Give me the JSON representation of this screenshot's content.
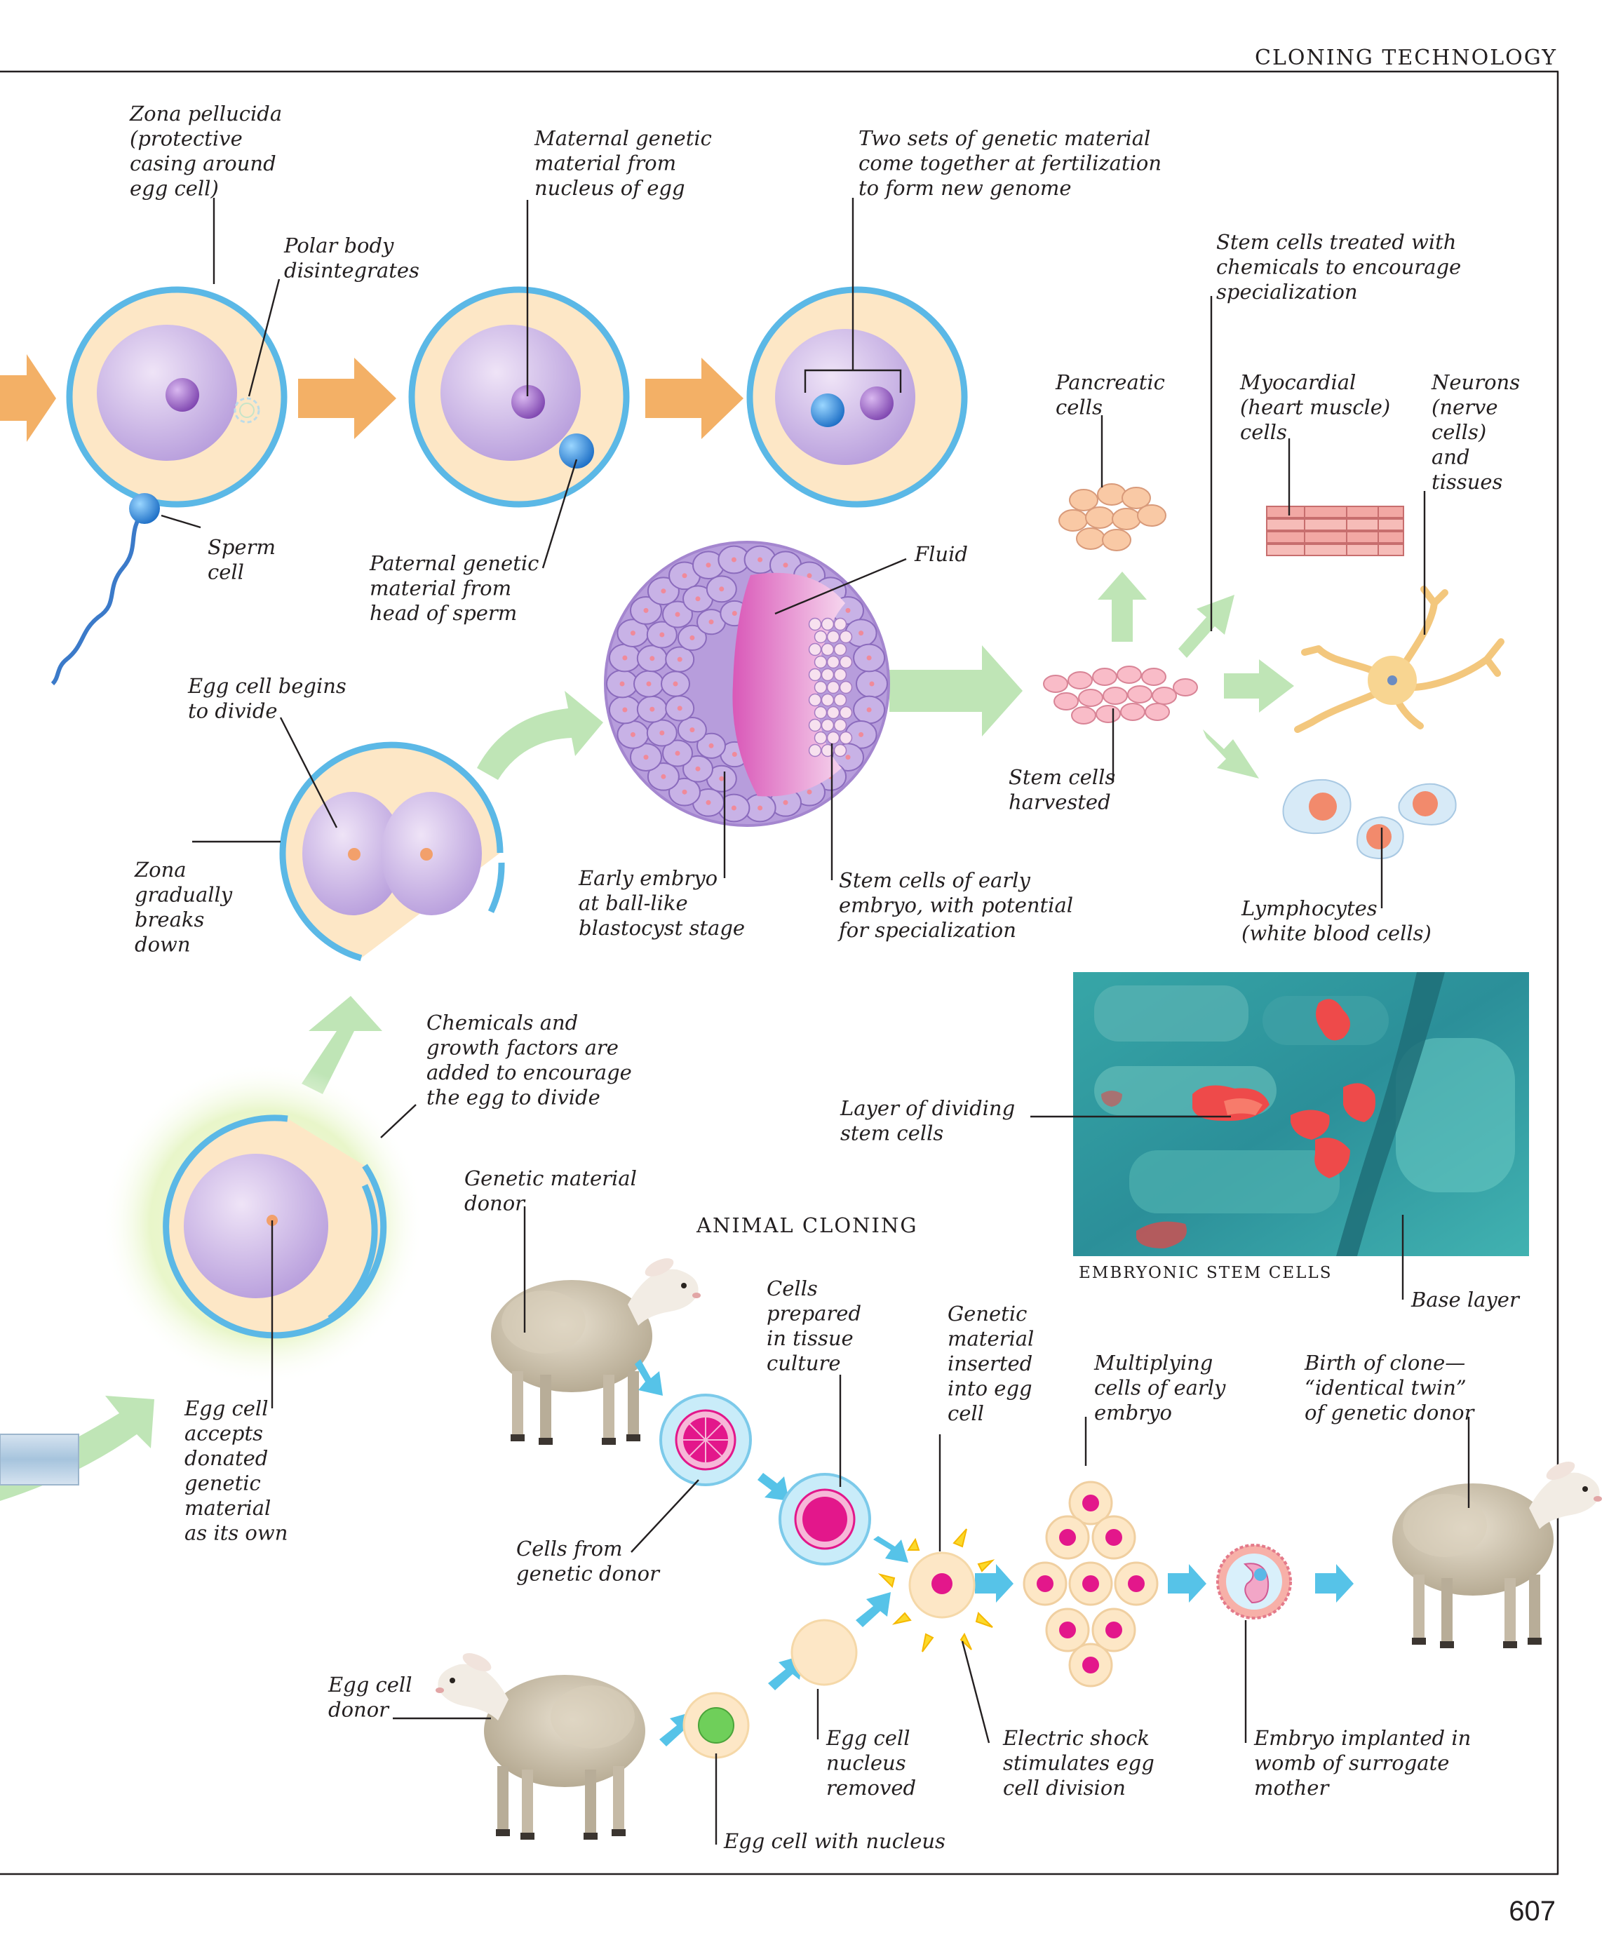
{
  "header": {
    "running_title": "CLONING TECHNOLOGY",
    "page_number": "607"
  },
  "sections": {
    "animal_cloning": "ANIMAL CLONING",
    "embryonic_stem_cells": "EMBRYONIC STEM CELLS"
  },
  "labels": {
    "zona_pellucida": [
      "Zona pellucida",
      "(protective",
      "casing around",
      "egg cell)"
    ],
    "polar_body": [
      "Polar body",
      "disintegrates"
    ],
    "sperm_cell": [
      "Sperm",
      "cell"
    ],
    "maternal_genetic": [
      "Maternal genetic",
      "material from",
      "nucleus of egg"
    ],
    "paternal_genetic": [
      "Paternal genetic",
      "material from",
      "head of sperm"
    ],
    "two_sets": [
      "Two sets of  genetic material",
      "come together at fertilization",
      "to form new genome"
    ],
    "stem_cells_treated": [
      "Stem cells treated with",
      "chemicals to encourage",
      "specialization"
    ],
    "pancreatic": [
      "Pancreatic",
      "cells"
    ],
    "myocardial": [
      "Myocardial",
      "(heart muscle)",
      "cells"
    ],
    "neurons": [
      "Neurons",
      "(nerve",
      "cells)",
      "and",
      "tissues"
    ],
    "fluid": [
      "Fluid"
    ],
    "egg_begins_divide": [
      "Egg cell begins",
      "to divide"
    ],
    "zona_breaks": [
      "Zona",
      "gradually",
      "breaks",
      "down"
    ],
    "early_embryo": [
      "Early embryo",
      "at ball-like",
      "blastocyst stage"
    ],
    "stem_cells_early": [
      "Stem cells of  early",
      "embryo, with potential",
      "for specialization"
    ],
    "stem_cells_harvested": [
      "Stem cells",
      "harvested"
    ],
    "lymphocytes": [
      "Lymphocytes",
      "(white blood cells)"
    ],
    "chemicals_growth": [
      "Chemicals and",
      "growth factors are",
      "added to encourage",
      "the egg to divide"
    ],
    "layer_dividing": [
      "Layer of  dividing",
      "stem cells"
    ],
    "base_layer": [
      "Base layer"
    ],
    "genetic_donor": [
      "Genetic material",
      "donor"
    ],
    "egg_accepts": [
      "Egg cell",
      "accepts",
      "donated",
      "genetic",
      "material",
      "as its own"
    ],
    "cells_prepared": [
      "Cells",
      "prepared",
      "in tissue",
      "culture"
    ],
    "genetic_inserted": [
      "Genetic",
      "material",
      "inserted",
      "into egg",
      "cell"
    ],
    "multiplying": [
      "Multiplying",
      "cells of early",
      "embryo"
    ],
    "birth_clone": [
      "Birth of  clone—",
      "“identical twin”",
      "of  genetic donor"
    ],
    "cells_from_donor": [
      "Cells from",
      "genetic donor"
    ],
    "egg_donor": [
      "Egg cell",
      "donor"
    ],
    "nucleus_removed": [
      "Egg cell",
      "nucleus",
      "removed"
    ],
    "electric_shock": [
      "Electric shock",
      "stimulates egg",
      "cell division"
    ],
    "embryo_implanted": [
      "Embryo implanted in",
      "womb of  surrogate",
      "mother"
    ],
    "egg_with_nucleus": [
      "Egg cell with nucleus"
    ]
  },
  "colors": {
    "zona_blue": "#5bb8e6",
    "cytoplasm": "#fde7c6",
    "egg_purple": "#c9b3e3",
    "nucleus_purple": "#9a63c4",
    "arrow_orange": "#f3b066",
    "arrow_green": "#bfe5b6",
    "arrow_cyan": "#56c3e8",
    "magenta": "#e3178b",
    "fluid_pink": "#e36bc6",
    "photo_teal": "#2a9aa0",
    "photo_red": "#ee4a4a"
  },
  "icons": {
    "sheep": "sheep-illustration",
    "neuron": "neuron-icon",
    "heart_muscle": "muscle-fiber-icon",
    "lightning": "lightning-bolt-icon",
    "sperm": "sperm-icon",
    "photo": "micrograph-photo"
  }
}
